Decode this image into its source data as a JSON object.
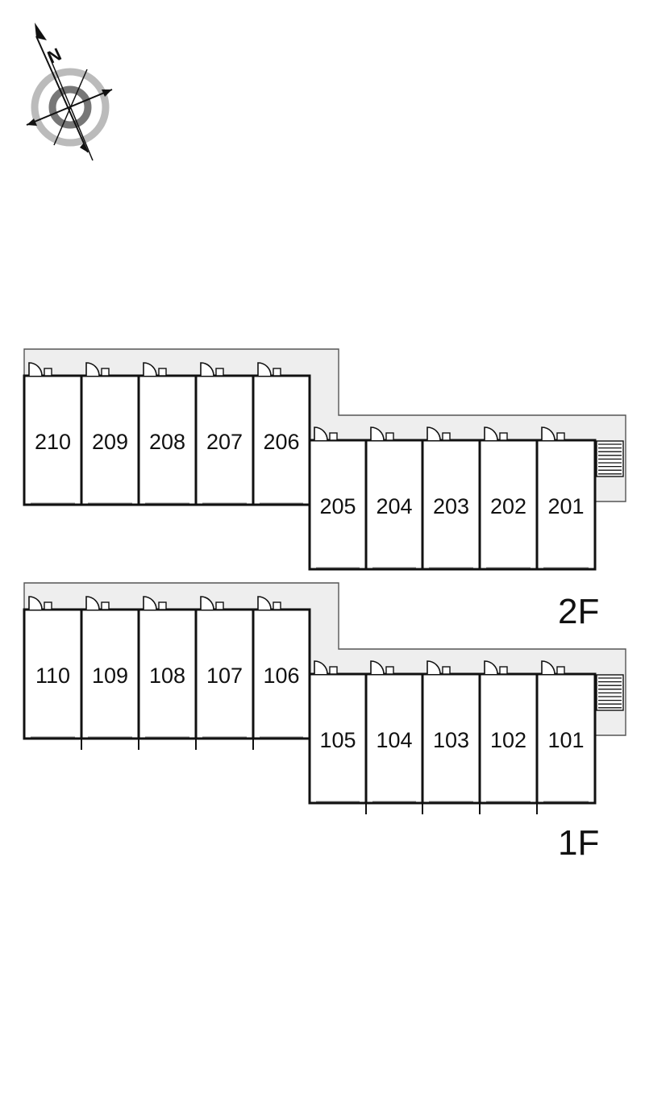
{
  "compass": {
    "label": "N",
    "icon": "compass-rose-icon"
  },
  "floors": [
    {
      "id": "2F",
      "label": "2F",
      "left_wing_rooms": [
        "210",
        "209",
        "208",
        "207",
        "206"
      ],
      "right_wing_rooms": [
        "205",
        "204",
        "203",
        "202",
        "201"
      ]
    },
    {
      "id": "1F",
      "label": "1F",
      "left_wing_rooms": [
        "110",
        "109",
        "108",
        "107",
        "106"
      ],
      "right_wing_rooms": [
        "105",
        "104",
        "103",
        "102",
        "101"
      ]
    }
  ],
  "colors": {
    "corridor": "#eeeeee",
    "wall": "#111111",
    "compass_outer": "#bbbbbb",
    "compass_inner": "#777777"
  }
}
